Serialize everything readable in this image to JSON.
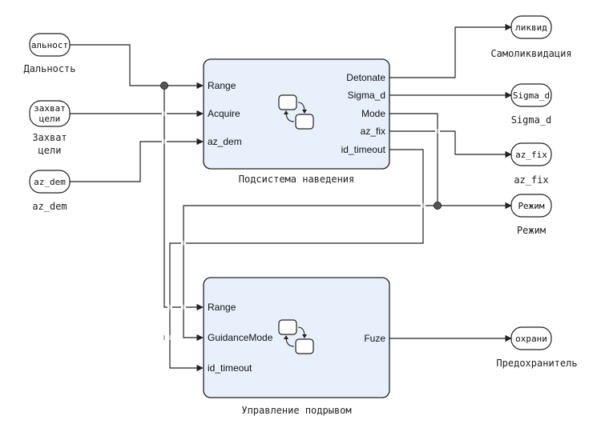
{
  "inports": [
    {
      "id": "dalnost",
      "text": "альност",
      "label": "Дальность",
      "label2": ""
    },
    {
      "id": "zahvat",
      "text": "захват\nцели",
      "label": "Захват",
      "label2": "цели"
    },
    {
      "id": "az_dem",
      "text": "az_dem",
      "label": "az_dem",
      "label2": ""
    }
  ],
  "outports": [
    {
      "id": "samolikv",
      "text": "ликвид",
      "label": "Самоликвидация"
    },
    {
      "id": "sigma_d",
      "text": "Sigma_d",
      "label": "Sigma_d"
    },
    {
      "id": "az_fix",
      "text": "az_fix",
      "label": "az_fix"
    },
    {
      "id": "rezhim",
      "text": "Режим",
      "label": "Режим"
    },
    {
      "id": "predohr",
      "text": "охрани",
      "label": "Предохранитель"
    }
  ],
  "blocks": {
    "guidance": {
      "title": "Подсистема наведения",
      "inputs": [
        "Range",
        "Acquire",
        "az_dem"
      ],
      "outputs": [
        "Detonate",
        "Sigma_d",
        "Mode",
        "az_fix",
        "id_timeout"
      ]
    },
    "detonation": {
      "title": "Управление подрывом",
      "inputs": [
        "Range",
        "GuidanceMode",
        "id_timeout"
      ],
      "outputs": [
        "Fuze"
      ]
    }
  }
}
